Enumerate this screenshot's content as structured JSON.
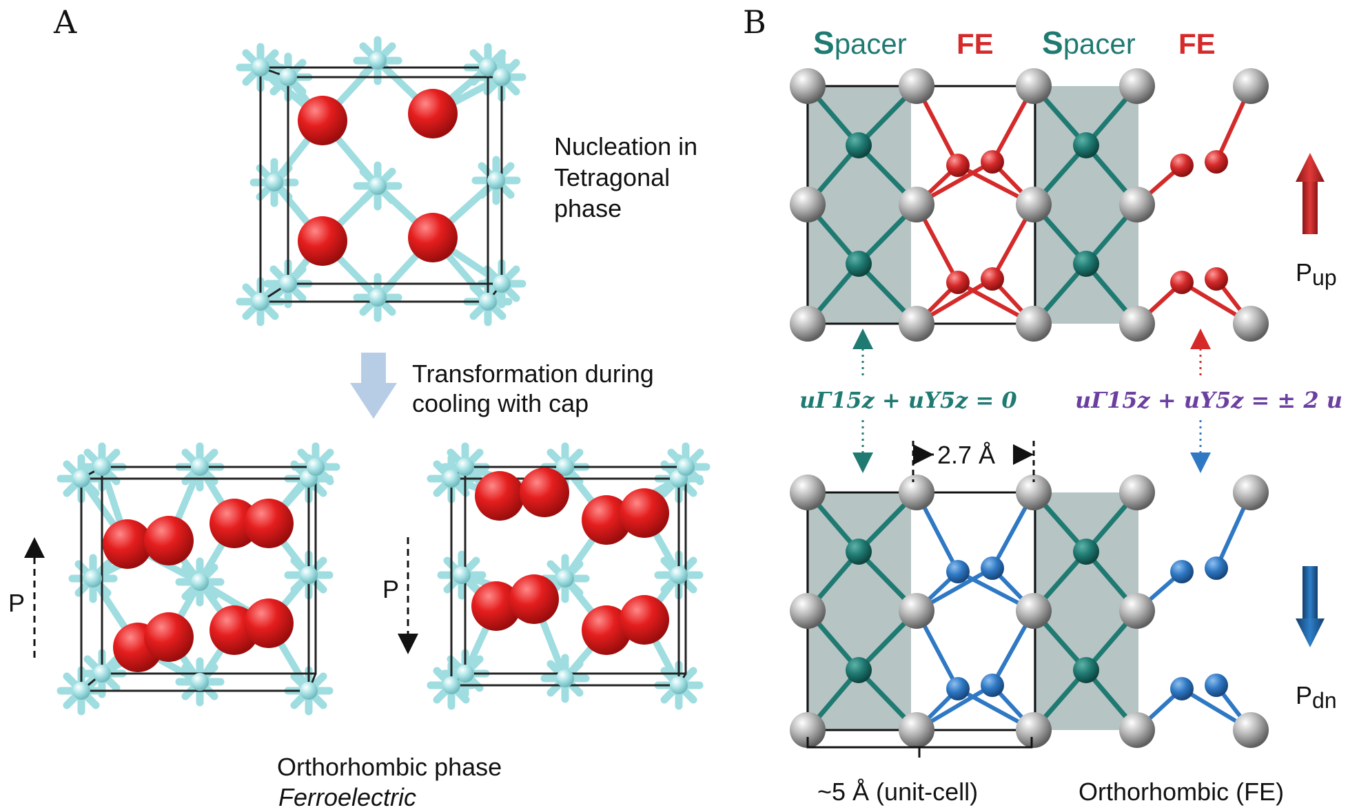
{
  "panels": {
    "a": {
      "label": "A",
      "nucleation_text": [
        "Nucleation in",
        "Tetragonal",
        "phase"
      ],
      "transformation_text": [
        "Transformation during",
        "cooling with cap"
      ],
      "p_left": "P",
      "p_right": "P",
      "ortho_text": "Orthorhombic phase",
      "ferro_text": "Ferroelectric"
    },
    "b": {
      "label": "B",
      "spacer_1_initial": "S",
      "spacer_1_rest": "pacer",
      "fe_1": "FE",
      "spacer_2_initial": "S",
      "spacer_2_rest": "pacer",
      "fe_2": "FE",
      "p_up_main": "P",
      "p_up_sub": "up",
      "p_dn_main": "P",
      "p_dn_sub": "dn",
      "eq_left": "uΓ15z + uY5z = 0",
      "eq_right": "uΓ15z + uY5z = ± 2 u",
      "distance": "2.7 Å",
      "unit_cell": "~5 Å (unit-cell)",
      "ortho_fe": "Orthorhombic (FE)"
    }
  },
  "colors": {
    "oxygen_red": "#e01b1b",
    "hafnium_cyan": "#9fdde0",
    "spacer_teal": "#1f7a72",
    "fe_red": "#d42a2a",
    "fe_blue": "#2f78c4",
    "equation_purple": "#6b3fa0",
    "arrow_light_blue": "#b7cde6",
    "shade_gray": "#9fb0b0",
    "atom_gray": "#9a9a9a"
  }
}
